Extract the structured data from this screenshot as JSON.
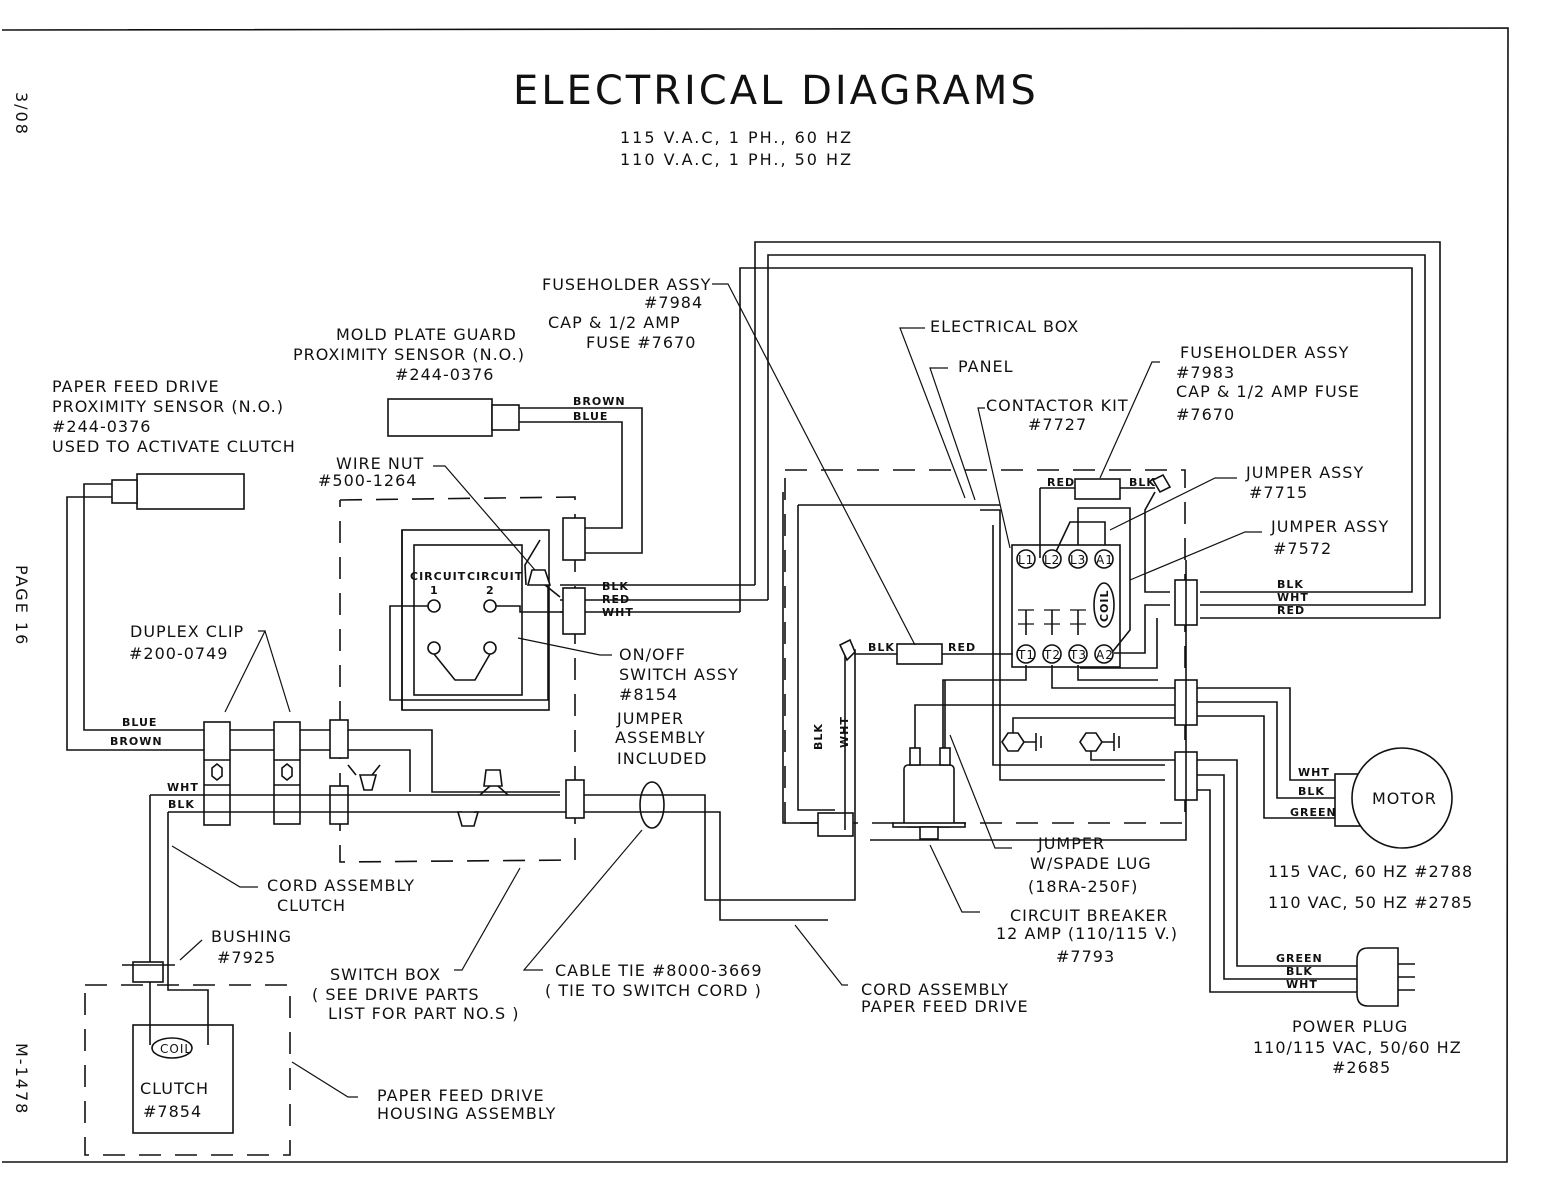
{
  "header": {
    "title": "ELECTRICAL DIAGRAMS",
    "subtitle_lines": [
      "115 V.A.C, 1 PH., 60 HZ",
      "110 V.A.C, 1 PH., 50 HZ"
    ]
  },
  "margin": {
    "date": "3/08",
    "page": "PAGE 16",
    "manual": "M-1478"
  },
  "callouts": {
    "fuseholder_7984": [
      "FUSEHOLDER ASSY",
      "#7984",
      "CAP & 1/2 AMP",
      "FUSE #7670"
    ],
    "mold_plate_sensor": [
      "MOLD PLATE GUARD",
      "PROXIMITY SENSOR (N.O.)",
      "#244-0376"
    ],
    "paper_feed_sensor": [
      "PAPER FEED DRIVE",
      "PROXIMITY SENSOR (N.O.)",
      "#244-0376",
      "USED TO ACTIVATE CLUTCH"
    ],
    "wire_nut": [
      "WIRE NUT",
      "#500-1264"
    ],
    "electrical_box": "ELECTRICAL BOX",
    "panel": "PANEL",
    "contactor_kit": [
      "CONTACTOR KIT",
      "#7727"
    ],
    "fuseholder_7983": [
      "FUSEHOLDER ASSY",
      "#7983",
      "CAP & 1/2 AMP FUSE",
      "#7670"
    ],
    "jumper_7715": [
      "JUMPER ASSY",
      "#7715"
    ],
    "jumper_7572": [
      "JUMPER ASSY",
      "#7572"
    ],
    "duplex_clip": [
      "DUPLEX CLIP",
      "#200-0749"
    ],
    "on_off_switch": [
      "ON/OFF",
      "SWITCH ASSY",
      "#8154",
      "JUMPER",
      "ASSEMBLY",
      "INCLUDED"
    ],
    "motor": "MOTOR",
    "motor_specs": [
      "115 VAC, 60 HZ #2788",
      "110 VAC, 50 HZ #2785"
    ],
    "jumper_spade": [
      "JUMPER",
      "W/SPADE LUG",
      "(18RA-250F)"
    ],
    "circuit_breaker": [
      "CIRCUIT BREAKER",
      "12 AMP (110/115 V.)",
      "#7793"
    ],
    "cord_clutch": [
      "CORD ASSEMBLY",
      "CLUTCH"
    ],
    "bushing": [
      "BUSHING",
      "#7925"
    ],
    "switch_box": [
      "SWITCH BOX",
      "( SEE DRIVE PARTS",
      "LIST FOR PART NO.S )"
    ],
    "cable_tie": [
      "CABLE TIE #8000-3669",
      "( TIE TO SWITCH CORD )"
    ],
    "cord_paper_feed": [
      "CORD ASSEMBLY",
      "PAPER FEED DRIVE"
    ],
    "power_plug": [
      "POWER PLUG",
      "110/115 VAC, 50/60 HZ",
      "#2685"
    ],
    "housing": [
      "PAPER FEED DRIVE",
      "HOUSING ASSEMBLY"
    ],
    "clutch": [
      "CLUTCH",
      "#7854"
    ],
    "coil": "COIL"
  },
  "wires": {
    "brown": "BROWN",
    "blue": "BLUE",
    "blk": "BLK",
    "red": "RED",
    "wht": "WHT",
    "green": "GREEN"
  },
  "switch": {
    "circuit": "CIRCUIT",
    "c1": "1",
    "c2": "2"
  },
  "contactor": {
    "top_terminals": [
      "L1",
      "L2",
      "L3",
      "A1"
    ],
    "bottom_terminals": [
      "T1",
      "T2",
      "T3",
      "A2"
    ],
    "coil": "COIL"
  }
}
